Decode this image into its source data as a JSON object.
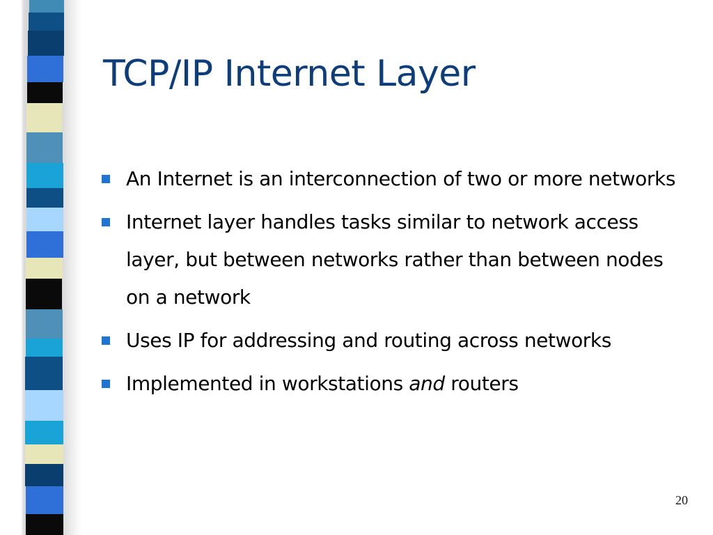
{
  "slide": {
    "title": "TCP/IP Internet Layer",
    "bullets": [
      {
        "text": "An Internet is an interconnection of two or more networks"
      },
      {
        "text": "Internet layer handles tasks similar to network access layer, but between networks rather than between nodes on a network"
      },
      {
        "text": "Uses IP for addressing and routing across networks"
      },
      {
        "pre": "Implemented in workstations ",
        "emph": "and",
        "post": " routers"
      }
    ],
    "page_number": "20"
  },
  "colors": {
    "title": "#0d3d7a",
    "bullet_marker": "#1f73d1",
    "stripe_palette": [
      "#0e4f86",
      "#3f8bb5",
      "#2f6fd8",
      "#0a0a0a",
      "#e6e6b8",
      "#1aa3d6",
      "#a7d6ff"
    ]
  }
}
